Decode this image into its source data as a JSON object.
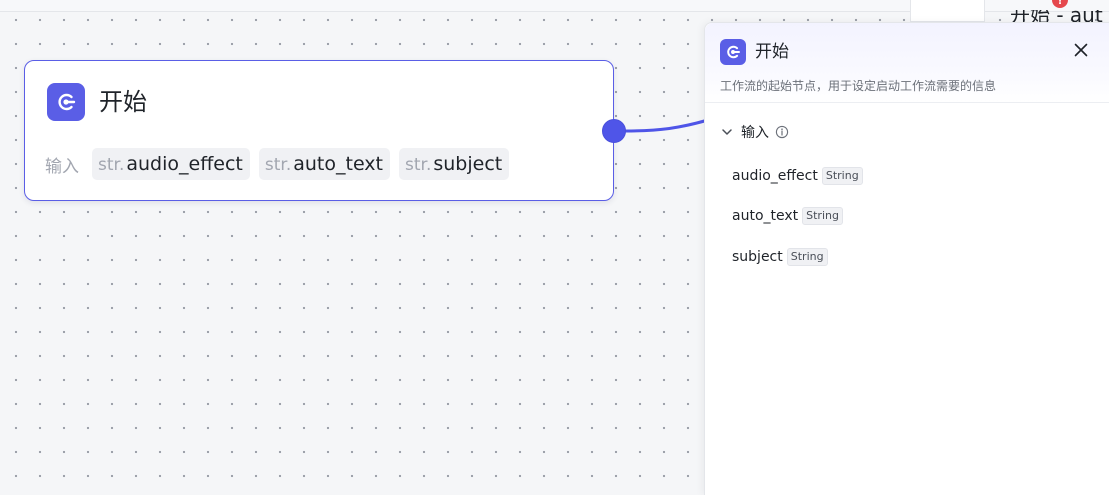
{
  "node": {
    "title": "开始",
    "inputs_label": "输入",
    "variables": [
      {
        "type": "str.",
        "name": "audio_effect"
      },
      {
        "type": "str.",
        "name": "auto_text"
      },
      {
        "type": "str.",
        "name": "subject"
      }
    ]
  },
  "background": {
    "title_fragment": "开始 - aut",
    "badge": "!"
  },
  "panel": {
    "title": "开始",
    "description": "工作流的起始节点，用于设定启动工作流需要的信息",
    "section_label": "输入",
    "fields": [
      {
        "name": "audio_effect",
        "type": "String"
      },
      {
        "name": "auto_text",
        "type": "String"
      },
      {
        "name": "subject",
        "type": "String"
      }
    ]
  },
  "colors": {
    "accent": "#5a5ee6",
    "port": "#4f55e8",
    "canvas": "#f5f6f8",
    "badge": "#e5484d"
  },
  "icons": {
    "node_icon": "start-icon",
    "close": "close-icon",
    "chevron": "chevron-down-icon",
    "info": "info-icon"
  }
}
